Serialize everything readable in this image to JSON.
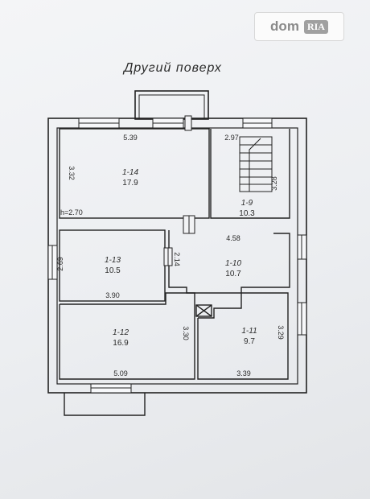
{
  "watermark": {
    "brand": "dom",
    "badge": "RIA"
  },
  "title": "Другий поверх",
  "rooms": [
    {
      "id": "1-14",
      "area": "17.9"
    },
    {
      "id": "1-9",
      "area": "10.3"
    },
    {
      "id": "1-13",
      "area": "10.5"
    },
    {
      "id": "1-10",
      "area": "10.7"
    },
    {
      "id": "1-12",
      "area": "16.9"
    },
    {
      "id": "1-11",
      "area": "9.7"
    }
  ],
  "dimensions": {
    "r14_width": "5.39",
    "r14_height": "3.32",
    "ceiling": "h=2.70",
    "r9_width": "2.97",
    "r9_height": "3.28",
    "hall_width": "4.58",
    "hall_height": "2.14",
    "r13_height": "2.69",
    "r13_width": "3.90",
    "r12_height": "3.30",
    "r12_width": "5.09",
    "r11_height": "3.29",
    "r11_width": "3.39"
  }
}
